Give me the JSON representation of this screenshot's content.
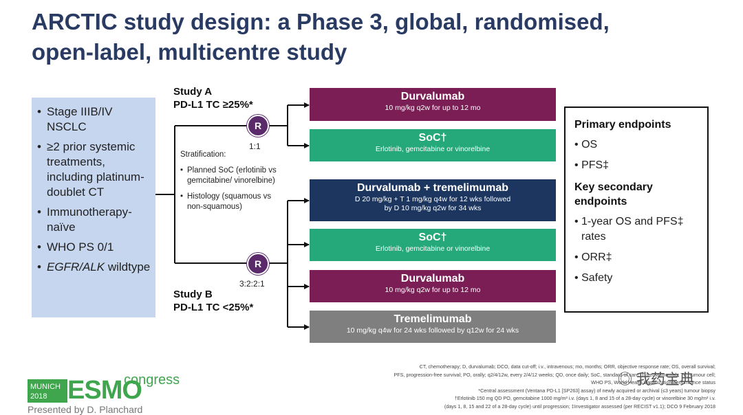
{
  "title": {
    "line1": "ARCTIC study design: a Phase 3, global, randomised,",
    "line2": "open-label, multicentre study"
  },
  "inclusion": {
    "bullet": "•",
    "items": [
      {
        "text": "Stage IIIB/IV NSCLC"
      },
      {
        "text": "≥2 prior systemic treatments, including platinum-doublet CT"
      },
      {
        "text": "Immunotherapy-naïve"
      },
      {
        "text": "WHO PS 0/1"
      },
      {
        "text": "EGFR/ALK",
        "text2": " wildtype"
      }
    ]
  },
  "study_a": {
    "label": "Study A",
    "criterion": "PD-L1 TC ≥25%*",
    "rand": "R",
    "ratio": "1:1"
  },
  "study_b": {
    "label": "Study B",
    "criterion": "PD-L1 TC <25%*",
    "rand": "R",
    "ratio": "3:2:2:1"
  },
  "stratification": {
    "heading": "Stratification:",
    "bullet": "•",
    "items": [
      "Planned SoC (erlotinib vs gemcitabine/ vinorelbine)",
      "Histology (squamous vs non-squamous)"
    ]
  },
  "arms": [
    {
      "name": "Durvalumab",
      "desc": "10 mg/kg q2w for up to 12 mo",
      "color": "#7b1e55"
    },
    {
      "name": "SoC†",
      "desc": "Erlotinib, gemcitabine or vinorelbine",
      "color": "#26a97a"
    },
    {
      "name": "Durvalumab + tremelimumab",
      "desc": "D 20 mg/kg + T 1 mg/kg q4w for 12 wks followed",
      "desc2": "by D 10 mg/kg q2w for 34 wks",
      "color": "#1c3660"
    },
    {
      "name": "SoC†",
      "desc": "Erlotinib, gemcitabine or vinorelbine",
      "color": "#26a97a"
    },
    {
      "name": "Durvalumab",
      "desc": "10 mg/kg q2w for up to 12 mo",
      "color": "#7b1e55"
    },
    {
      "name": "Tremelimumab",
      "desc": "10 mg/kg q4w for 24 wks followed by q12w for 24 wks",
      "color": "#7f7f7f"
    }
  ],
  "endpoints": {
    "primary_heading": "Primary endpoints",
    "primary": [
      "OS",
      "PFS‡"
    ],
    "secondary_heading": "Key secondary endpoints",
    "secondary": [
      "1-year OS and PFS‡ rates",
      "ORR‡",
      "Safety"
    ],
    "bullet": "•"
  },
  "footnotes": [
    "CT, chemotherapy; D, durvalumab; DCO, data cut-off; i.v., intravenous; mo, months; ORR, objective response rate; OS, overall survival;",
    "PFS, progression-free survival; PO, orally; q2/4/12w, every 2/4/12 weeks; QD, once daily; SoC, standard of care; T, tremelimumab; TC, tumour cell;",
    "WHO PS, World Health Organization performance status",
    "*Central assessment (Ventana PD-L1 [SP263] assay) of newly acquired or archival (≤3 years) tumour biopsy",
    "†Erlotinib 150 mg QD PO, gemcitabine 1000 mg/m² i.v. (days 1, 8 and 15 of a 28-day cycle) or vinorelbine 30 mg/m² i.v.",
    "(days 1, 8, 15 and 22 of a 28-day cycle) until progression; ‡Investigator assessed (per RECIST v1.1); DCO 9 February 2018"
  ],
  "logo": {
    "munich": "MUNICH",
    "year": "2018",
    "esmo": "ESMO",
    "congress": "congress"
  },
  "presenter": "Presented by D. Planchard",
  "watermark": "我药宝典"
}
